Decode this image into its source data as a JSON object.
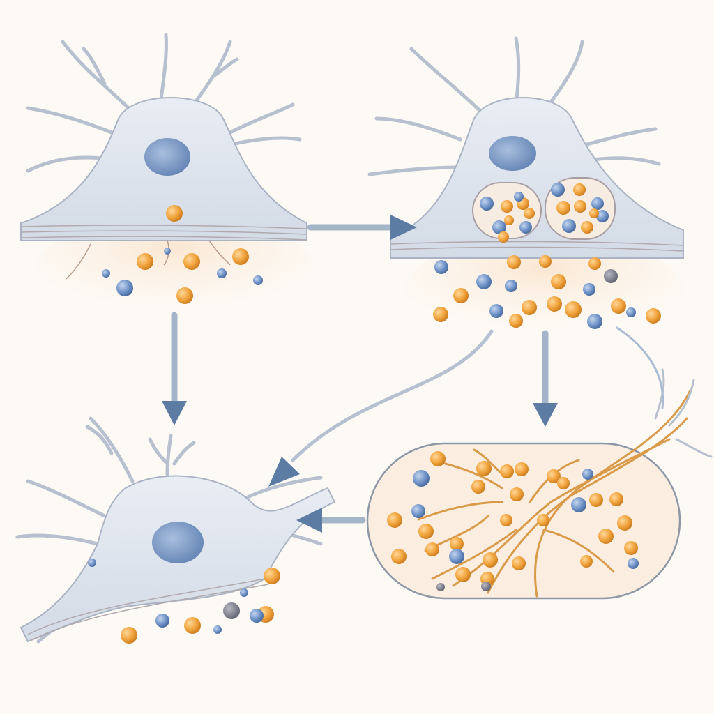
{
  "diagram": {
    "panels": [
      {
        "id": "neuron-resting",
        "position": "top-left"
      },
      {
        "id": "neuron-releasing-vesicles",
        "position": "top-right"
      },
      {
        "id": "neuron-recovered",
        "position": "bottom-left"
      },
      {
        "id": "uptake-network-capsule",
        "position": "bottom-right"
      }
    ],
    "arrows": [
      {
        "from": "neuron-resting",
        "to": "neuron-releasing-vesicles",
        "style": "straight"
      },
      {
        "from": "neuron-resting",
        "to": "neuron-recovered",
        "style": "straight"
      },
      {
        "from": "neuron-releasing-vesicles",
        "to": "uptake-network-capsule",
        "style": "straight"
      },
      {
        "from": "neuron-releasing-vesicles",
        "to": "neuron-recovered",
        "style": "curved"
      },
      {
        "from": "uptake-network-capsule",
        "to": "neuron-recovered",
        "style": "straight"
      }
    ],
    "colors": {
      "background": "#fdfaf6",
      "cell_body": "#dfe5ee",
      "cell_outline": "#a9b3c3",
      "nucleus": "#7d9bc8",
      "orange_particle": "#f0a23a",
      "blue_particle": "#6f93c8",
      "arrow": "#5d7ca3",
      "synapse_zone": "#fbeee0",
      "axon_fibers": "#d99a4a"
    }
  }
}
